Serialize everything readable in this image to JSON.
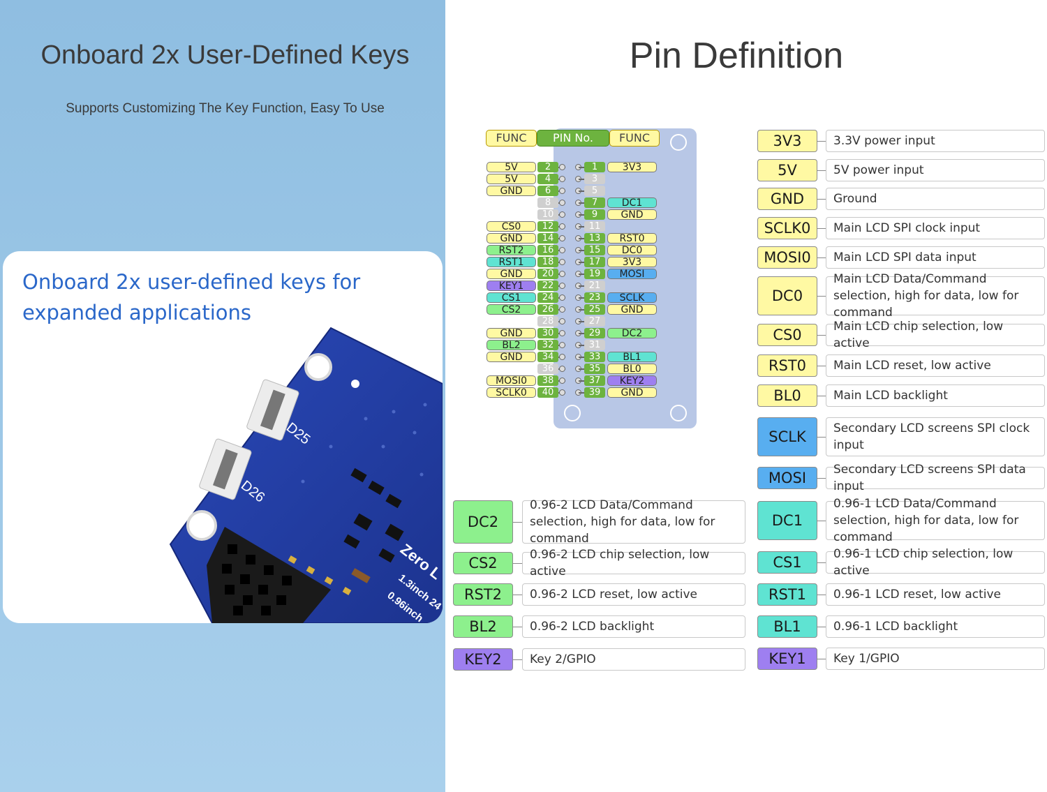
{
  "left": {
    "title": "Onboard 2x User-Defined Keys",
    "subtitle": "Supports Customizing The Key Function, Easy To Use",
    "card_text": "Onboard 2x user-defined keys for expanded applications",
    "board_labels": [
      "D25",
      "D26",
      "Zero L",
      "1.3inch 24",
      "0.96inch"
    ]
  },
  "right": {
    "title": "Pin Definition",
    "header_labels": {
      "func_left": "FUNC",
      "pin_no": "PIN No.",
      "func_right": "FUNC"
    },
    "pins_left": [
      {
        "func": "5V",
        "num": "2",
        "color": "#fff9a3"
      },
      {
        "func": "5V",
        "num": "4",
        "color": "#fff9a3"
      },
      {
        "func": "GND",
        "num": "6",
        "color": "#fff9a3"
      },
      {
        "func": "",
        "num": "8",
        "color": ""
      },
      {
        "func": "",
        "num": "10",
        "color": ""
      },
      {
        "func": "CS0",
        "num": "12",
        "color": "#fff9a3"
      },
      {
        "func": "GND",
        "num": "14",
        "color": "#fff9a3"
      },
      {
        "func": "RST2",
        "num": "16",
        "color": "#8df08d"
      },
      {
        "func": "RST1",
        "num": "18",
        "color": "#5fe3d2"
      },
      {
        "func": "GND",
        "num": "20",
        "color": "#fff9a3"
      },
      {
        "func": "KEY1",
        "num": "22",
        "color": "#9e7ff0"
      },
      {
        "func": "CS1",
        "num": "24",
        "color": "#5fe3d2"
      },
      {
        "func": "CS2",
        "num": "26",
        "color": "#8df08d"
      },
      {
        "func": "",
        "num": "28",
        "color": ""
      },
      {
        "func": "GND",
        "num": "30",
        "color": "#fff9a3"
      },
      {
        "func": "BL2",
        "num": "32",
        "color": "#8df08d"
      },
      {
        "func": "GND",
        "num": "34",
        "color": "#fff9a3"
      },
      {
        "func": "",
        "num": "36",
        "color": ""
      },
      {
        "func": "MOSI0",
        "num": "38",
        "color": "#fff9a3"
      },
      {
        "func": "SCLK0",
        "num": "40",
        "color": "#fff9a3"
      }
    ],
    "pins_right": [
      {
        "func": "3V3",
        "num": "1",
        "color": "#fff9a3"
      },
      {
        "func": "",
        "num": "3",
        "color": ""
      },
      {
        "func": "",
        "num": "5",
        "color": ""
      },
      {
        "func": "DC1",
        "num": "7",
        "color": "#5fe3d2"
      },
      {
        "func": "GND",
        "num": "9",
        "color": "#fff9a3"
      },
      {
        "func": "",
        "num": "11",
        "color": ""
      },
      {
        "func": "RST0",
        "num": "13",
        "color": "#fff9a3"
      },
      {
        "func": "DC0",
        "num": "15",
        "color": "#fff9a3"
      },
      {
        "func": "3V3",
        "num": "17",
        "color": "#fff9a3"
      },
      {
        "func": "MOSI",
        "num": "19",
        "color": "#58aef0"
      },
      {
        "func": "",
        "num": "21",
        "color": ""
      },
      {
        "func": "SCLK",
        "num": "23",
        "color": "#58aef0"
      },
      {
        "func": "GND",
        "num": "25",
        "color": "#fff9a3"
      },
      {
        "func": "",
        "num": "27",
        "color": ""
      },
      {
        "func": "DC2",
        "num": "29",
        "color": "#8df08d"
      },
      {
        "func": "",
        "num": "31",
        "color": ""
      },
      {
        "func": "BL1",
        "num": "33",
        "color": "#5fe3d2"
      },
      {
        "func": "BL0",
        "num": "35",
        "color": "#fff9a3"
      },
      {
        "func": "KEY2",
        "num": "37",
        "color": "#9e7ff0"
      },
      {
        "func": "GND",
        "num": "39",
        "color": "#fff9a3"
      }
    ],
    "defs_right": [
      {
        "label": "3V3",
        "desc": "3.3V power input",
        "color": "#fff9a3"
      },
      {
        "label": "5V",
        "desc": "5V power input",
        "color": "#fff9a3"
      },
      {
        "label": "GND",
        "desc": "Ground",
        "color": "#fff9a3"
      },
      {
        "label": "SCLK0",
        "desc": "Main LCD SPI clock input",
        "color": "#fff9a3"
      },
      {
        "label": "MOSI0",
        "desc": "Main LCD SPI data input",
        "color": "#fff9a3"
      },
      {
        "label": "DC0",
        "desc": "Main LCD Data/Command selection, high for data, low for command",
        "color": "#fff9a3"
      },
      {
        "label": "CS0",
        "desc": "Main LCD chip selection, low active",
        "color": "#fff9a3"
      },
      {
        "label": "RST0",
        "desc": "Main LCD reset, low active",
        "color": "#fff9a3"
      },
      {
        "label": "BL0",
        "desc": "Main LCD backlight",
        "color": "#fff9a3"
      },
      {
        "label": "SCLK",
        "desc": "Secondary LCD screens SPI clock input",
        "color": "#58aef0"
      },
      {
        "label": "MOSI",
        "desc": "Secondary LCD screens SPI data input",
        "color": "#58aef0"
      },
      {
        "label": "DC1",
        "desc": "0.96-1 LCD Data/Command selection, high for data, low for command",
        "color": "#5fe3d2"
      },
      {
        "label": "CS1",
        "desc": "0.96-1 LCD chip selection, low active",
        "color": "#5fe3d2"
      },
      {
        "label": "RST1",
        "desc": "0.96-1 LCD reset, low active",
        "color": "#5fe3d2"
      },
      {
        "label": "BL1",
        "desc": "0.96-1 LCD backlight",
        "color": "#5fe3d2"
      },
      {
        "label": "KEY1",
        "desc": "Key 1/GPIO",
        "color": "#9e7ff0"
      }
    ],
    "defs_left": [
      {
        "label": "DC2",
        "desc": "0.96-2 LCD Data/Command selection, high for data, low for command",
        "color": "#8df08d"
      },
      {
        "label": "CS2",
        "desc": "0.96-2 LCD chip selection, low active",
        "color": "#8df08d"
      },
      {
        "label": "RST2",
        "desc": "0.96-2 LCD reset, low active",
        "color": "#8df08d"
      },
      {
        "label": "BL2",
        "desc": "0.96-2 LCD backlight",
        "color": "#8df08d"
      },
      {
        "label": "KEY2",
        "desc": "Key 2/GPIO",
        "color": "#9e7ff0"
      }
    ]
  }
}
